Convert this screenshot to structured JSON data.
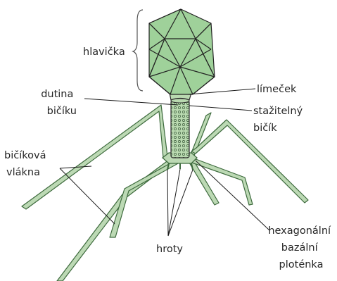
{
  "labels": {
    "head": "hlavička",
    "collar": "límeček",
    "tail_hollow_line1": "dutina",
    "tail_hollow_line2": "bičíku",
    "contractile_tail_line1": "stažitelný",
    "contractile_tail_line2": "bičík",
    "tail_fibers_line1": "bičíková",
    "tail_fibers_line2": "vlákna",
    "spikes": "hroty",
    "baseplate_line1": "hexagonální",
    "baseplate_line2": "bazální",
    "baseplate_line3": "ploténka"
  },
  "colors": {
    "head_fill": "#9fd19a",
    "tail_fill": "#b9d9b0",
    "fiber_fill": "#bcd9b4",
    "outline": "#222222"
  }
}
